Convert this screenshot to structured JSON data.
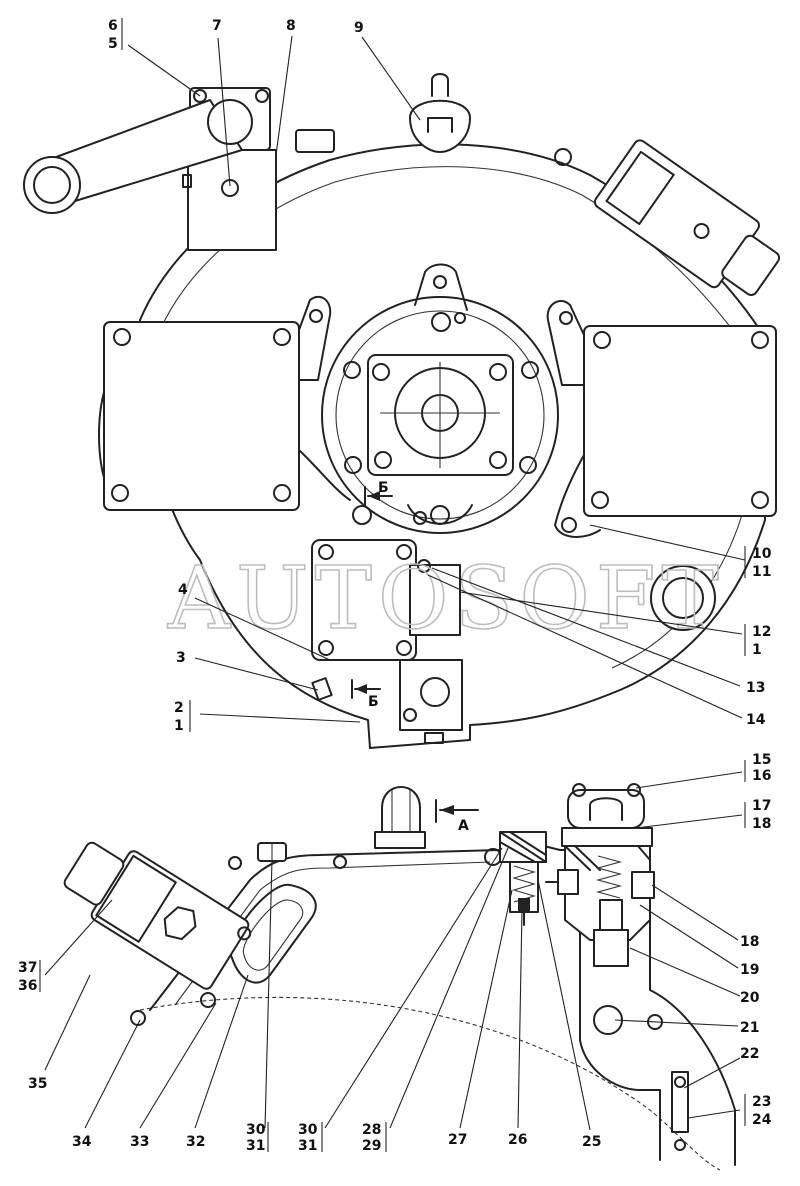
{
  "watermark": "AUTOSOFT",
  "section_labels": {
    "view_a": "А",
    "section_b_top": "Б",
    "section_b_bottom": "Б"
  },
  "callouts": {
    "c1": "1",
    "c2": "2",
    "c3": "3",
    "c4": "4",
    "c5": "5",
    "c6": "6",
    "c7": "7",
    "c8": "8",
    "c9": "9",
    "c10": "10",
    "c11": "11",
    "c12": "12",
    "c1b": "1",
    "c13": "13",
    "c14": "14",
    "c15": "15",
    "c16": "16",
    "c17": "17",
    "c18": "18",
    "c18b": "18",
    "c19": "19",
    "c20": "20",
    "c21": "21",
    "c22": "22",
    "c23": "23",
    "c24": "24",
    "c25": "25",
    "c26": "26",
    "c27": "27",
    "c28": "28",
    "c29": "29",
    "c30a": "30",
    "c31a": "31",
    "c30b": "30",
    "c31b": "31",
    "c32": "32",
    "c33": "33",
    "c34": "34",
    "c35": "35",
    "c36": "36",
    "c37": "37"
  }
}
